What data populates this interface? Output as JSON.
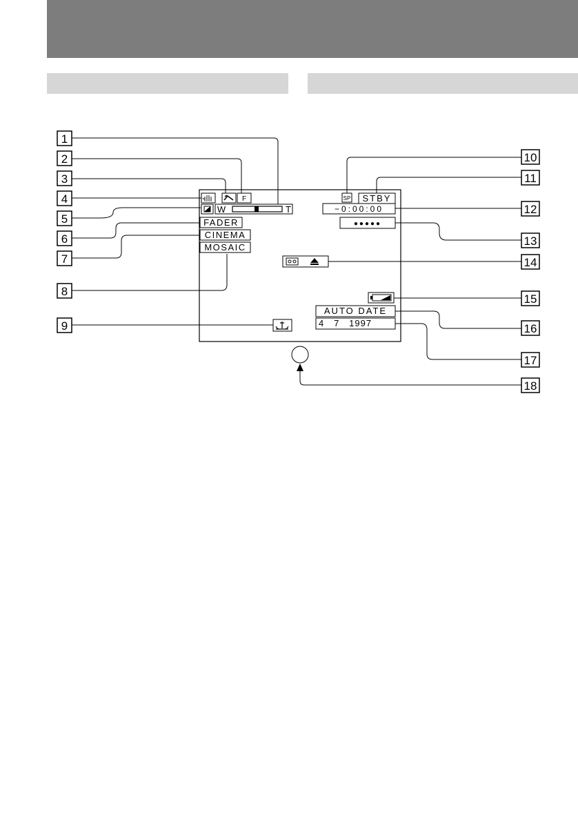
{
  "callouts": [
    "1",
    "2",
    "3",
    "4",
    "5",
    "6",
    "7",
    "8",
    "9",
    "10",
    "11",
    "12",
    "13",
    "14",
    "15",
    "16",
    "17",
    "18"
  ],
  "screen": {
    "zoom_w": "W",
    "zoom_t": "T",
    "fader": "FADER",
    "cinema": "CINEMA",
    "mosaic": "MOSAIC",
    "tape_speed": "SP",
    "standby": "STBY",
    "counter": "−0:00:00",
    "remaining": "●●●●●",
    "eject": "⏏",
    "auto_date": "AUTO DATE",
    "date": "4   7   1997"
  },
  "icons": [
    "steadyshot-icon",
    "program-ae-icon",
    "focus-icon",
    "backlight-icon",
    "zoom-bar",
    "anchor-icon",
    "cassette-icon",
    "battery-icon",
    "sensor-circle"
  ],
  "colors": {
    "header": "#7d7d7d",
    "section": "#d6d6d6",
    "lines": "#000000"
  }
}
